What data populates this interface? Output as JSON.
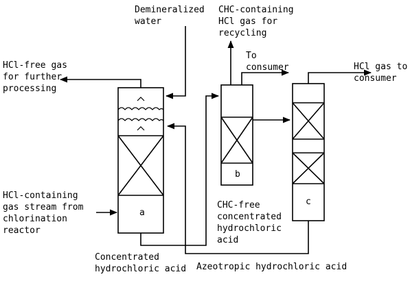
{
  "labels": {
    "water_in": [
      "Demineralized",
      "water"
    ],
    "chc_gas": [
      "CHC-containing",
      "HCl gas for",
      "recycling"
    ],
    "to_consumer": [
      "To",
      "consumer"
    ],
    "hcl_to_consumer": [
      "HCl gas to",
      "consumer"
    ],
    "hcl_free_gas": [
      "HCl-free gas",
      "for further",
      "processing"
    ],
    "feed_gas": [
      "HCl-containing",
      "gas stream from",
      "chlorination",
      "reactor"
    ],
    "chc_free_acid": [
      "CHC-free",
      "concentrated",
      "hydrochloric",
      "acid"
    ],
    "conc_acid": [
      "Concentrated",
      "hydrochloric acid"
    ],
    "azeo_acid": [
      "Azeotropic hydrochloric acid"
    ]
  },
  "units": {
    "a": "a",
    "b": "b",
    "c": "c"
  }
}
